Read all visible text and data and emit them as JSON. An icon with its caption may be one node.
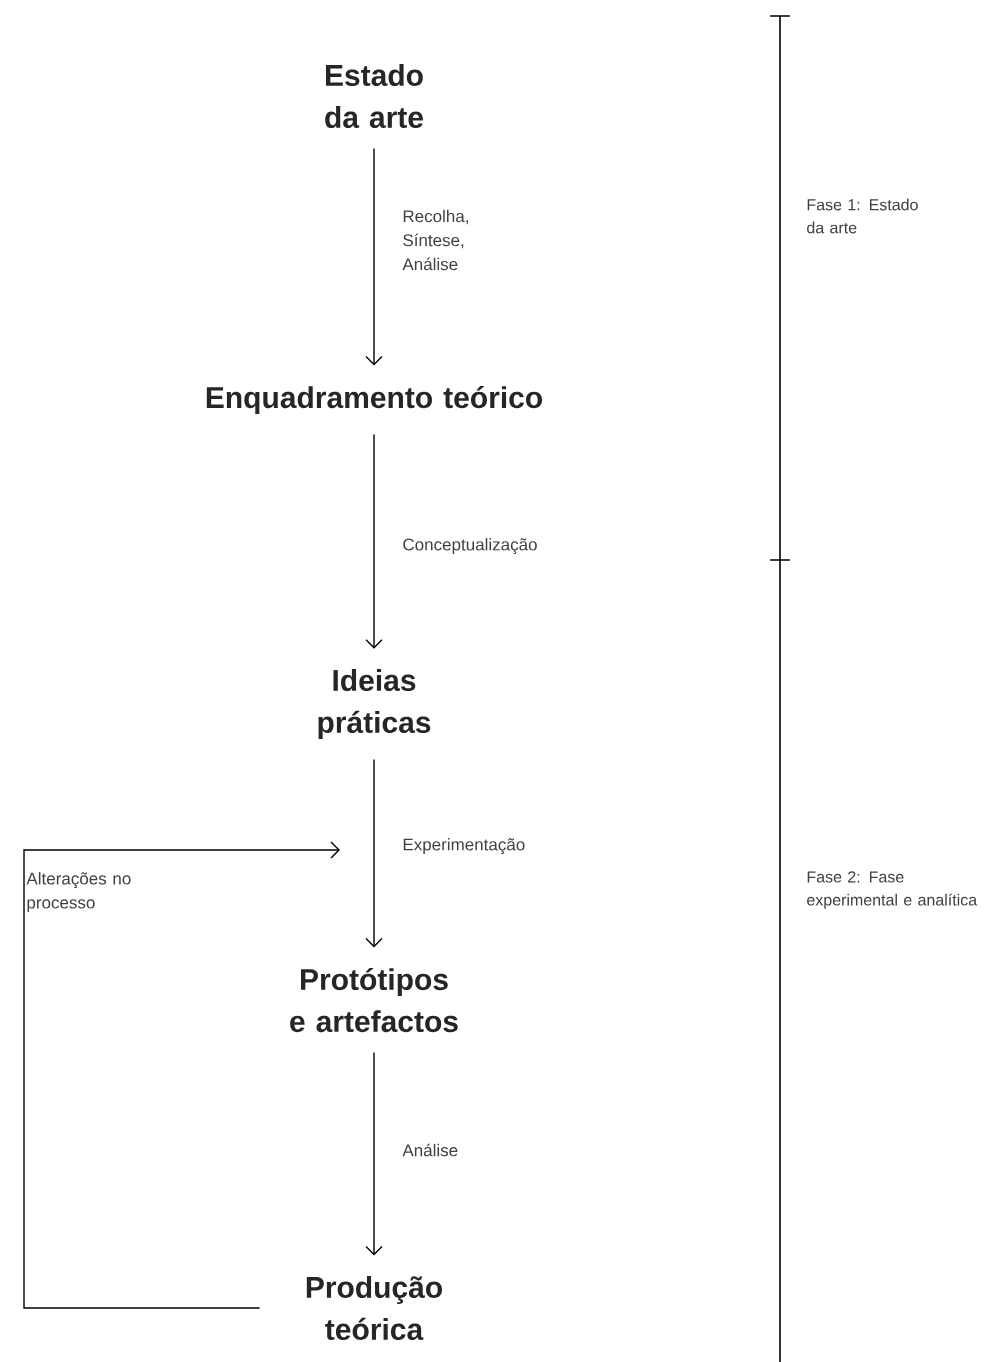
{
  "diagram": {
    "nodes": [
      {
        "text": [
          "Estado da arte"
        ]
      },
      {
        "text": [
          "Enquadramento teórico"
        ]
      },
      {
        "text": [
          "Ideias práticas"
        ]
      },
      {
        "text": [
          "Protótipos e artefactos"
        ]
      },
      {
        "text": [
          "Produção teórica"
        ]
      }
    ],
    "edges": [
      {
        "from": 0,
        "to": 1,
        "arrow": "to",
        "label": "Recolha, Síntese, Análise"
      },
      {
        "from": 1,
        "to": 2,
        "arrow": "to",
        "label": "Conceptualização"
      },
      {
        "from": 2,
        "to": 3,
        "arrow": "to",
        "label": "Experimentação"
      },
      {
        "from": 3,
        "to": 4,
        "arrow": "to",
        "label": "Análise"
      },
      {
        "from": 4,
        "to": null,
        "arrow": "to",
        "label": "Alterações no processo"
      }
    ],
    "labels": [
      "Fase 1: Estado da arte",
      "Fase 2: Fase experimental e analítica"
    ]
  }
}
